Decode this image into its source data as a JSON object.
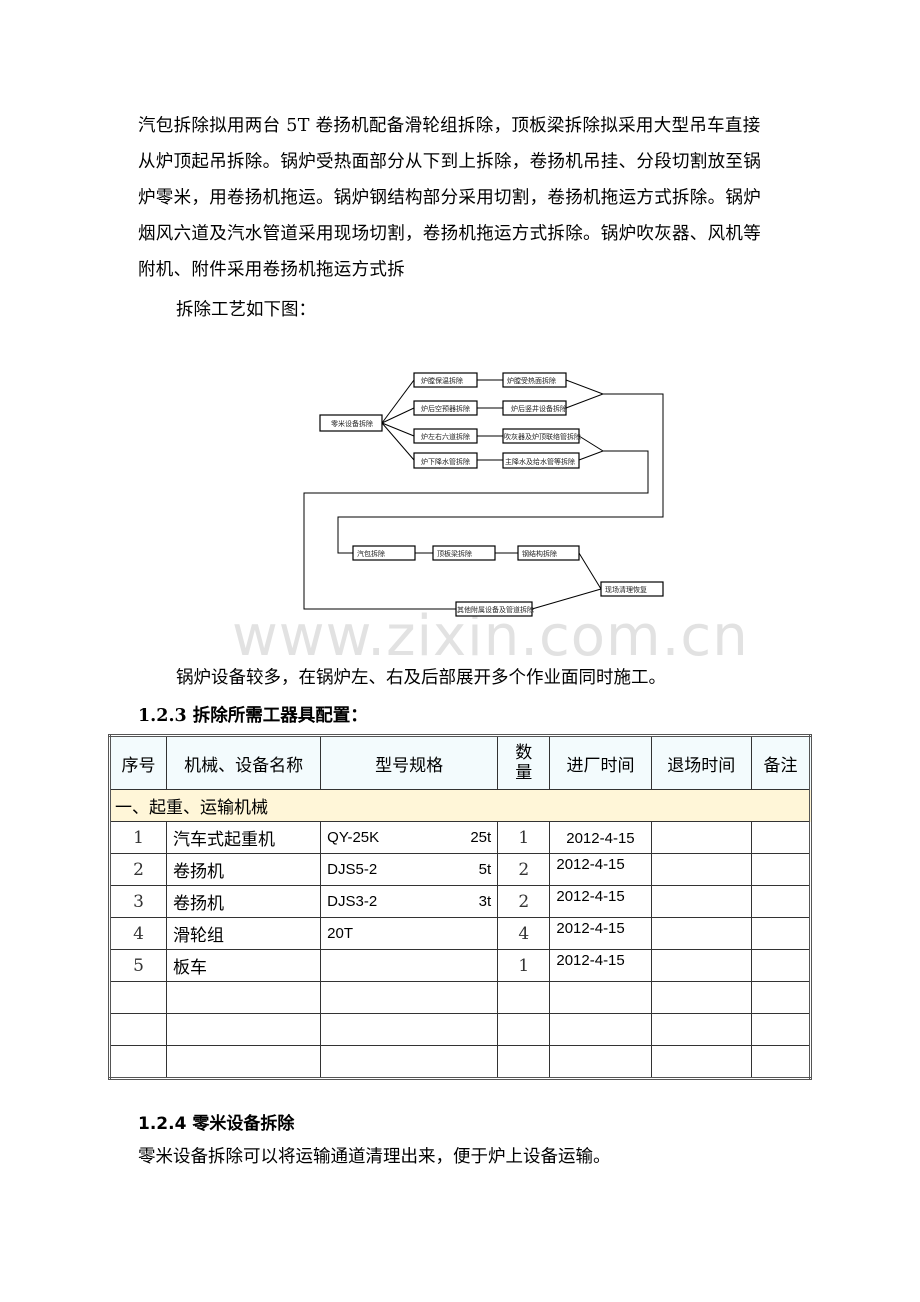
{
  "intro_paragraph": {
    "lines": [
      "汽包拆除拟用两台 5T 卷扬机配备滑轮组拆除，顶板梁拆除拟采用大型吊车直接",
      "从炉顶起吊拆除。锅炉受热面部分从下到上拆除，卷扬机吊挂、分段切割放至锅",
      "炉零米，用卷扬机拖运。锅炉钢结构部分采用切割，卷扬机拖运方式拆除。锅炉",
      "烟风六道及汽水管道采用现场切割，卷扬机拖运方式拆除。锅炉吹灰器、风机等",
      "附机、附件采用卷扬机拖运方式拆"
    ]
  },
  "process_intro": "拆除工艺如下图：",
  "flow_diagram": {
    "start": "零米设备拆除",
    "branches": [
      {
        "step1": "炉膛保温拆除",
        "step2": "炉膛受热面拆除"
      },
      {
        "step1": "炉后空预器拆除",
        "step2": "炉后竖井设备拆除"
      },
      {
        "step1": "炉左右六道拆除",
        "step2": "吹灰器及炉顶联络管拆除"
      },
      {
        "step1": "炉下降水管拆除",
        "step2": "主降水及给水管等拆除"
      }
    ],
    "main_chain": [
      "汽包拆除",
      "顶板梁拆除",
      "钢结构拆除"
    ],
    "other": "其他附属设备及管道拆除",
    "final": "现场清理恢复"
  },
  "watermark": "www.zixin.com.cn",
  "summary_paragraph": "锅炉设备较多，在锅炉左、右及后部展开多个作业面同时施工。",
  "section_123": {
    "heading": "1.2.3 拆除所需工器具配置：",
    "table": {
      "headers": {
        "no": "序号",
        "name": "机械、设备名称",
        "model": "型号规格",
        "qty": "数量",
        "in_date": "进厂时间",
        "out_date": "退场时间",
        "note": "备注"
      },
      "category": "一、起重、运输机械",
      "rows": [
        {
          "no": "1",
          "name": "汽车式起重机",
          "model": "QY-25K",
          "capacity": "25t",
          "qty": "1",
          "in_date": "2012-4-15",
          "out_date": "",
          "note": ""
        },
        {
          "no": "2",
          "name": "卷扬机",
          "model": "DJS5-2",
          "capacity": "5t",
          "qty": "2",
          "in_date": "2012-4-15",
          "out_date": "",
          "note": ""
        },
        {
          "no": "3",
          "name": "卷扬机",
          "model": "DJS3-2",
          "capacity": "3t",
          "qty": "2",
          "in_date": "2012-4-15",
          "out_date": "",
          "note": ""
        },
        {
          "no": "4",
          "name": "滑轮组",
          "model": "20T",
          "capacity": "",
          "qty": "4",
          "in_date": "2012-4-15",
          "out_date": "",
          "note": ""
        },
        {
          "no": "5",
          "name": "板车",
          "model": "",
          "capacity": "",
          "qty": "1",
          "in_date": "2012-4-15",
          "out_date": "",
          "note": ""
        }
      ],
      "empty_rows": 3
    }
  },
  "section_124": {
    "heading": "1.2.4 零米设备拆除",
    "body": "零米设备拆除可以将运输通道清理出来，便于炉上设备运输。"
  }
}
